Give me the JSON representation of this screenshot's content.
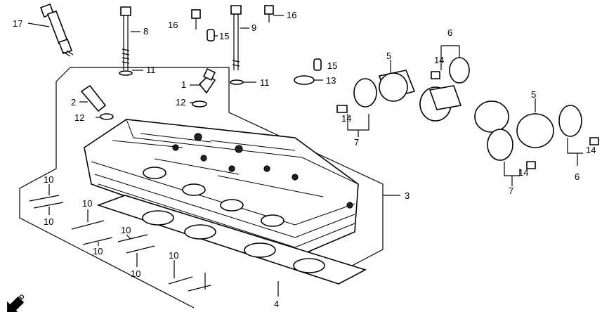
{
  "labels": {
    "p1": "1",
    "p2": "2",
    "p3": "3",
    "p4": "4",
    "p5a": "5",
    "p5b": "5",
    "p6a": "6",
    "p6b": "6",
    "p7a": "7",
    "p7b": "7",
    "p8": "8",
    "p9": "9",
    "p10a": "10",
    "p10b": "10",
    "p10c": "10",
    "p10d": "10",
    "p10e": "10",
    "p10f": "10",
    "p10g": "10",
    "p11a": "11",
    "p11b": "11",
    "p12a": "12",
    "p12b": "12",
    "p13": "13",
    "p14a": "14",
    "p14b": "14",
    "p14c": "14",
    "p14d": "14",
    "p15a": "15",
    "p15b": "15",
    "p16a": "16",
    "p16b": "16",
    "p17": "17"
  },
  "fwd": "FWD",
  "colors": {
    "line": "#000000",
    "background": "#ffffff"
  }
}
